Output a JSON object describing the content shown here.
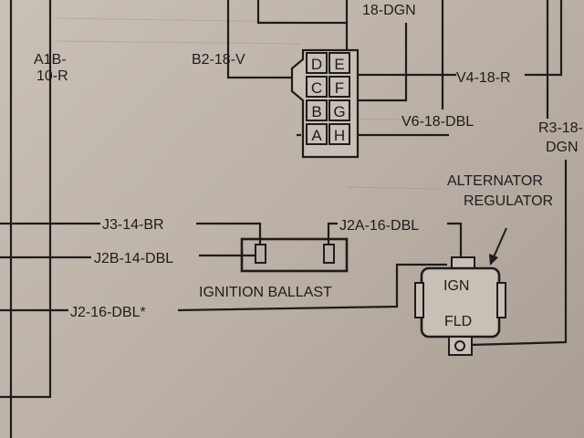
{
  "wire_labels": {
    "a1b_top": "A1B-",
    "a1b_bottom": "10-R",
    "dgn_top": "18-DGN",
    "b2": "B2-18-V",
    "v4": "V4-18-R",
    "v6": "V6-18-DBL",
    "r3_top": "R3-18-",
    "r3_bottom": "DGN",
    "j3": "J3-14-BR",
    "j2a": "J2A-16-DBL",
    "j2b": "J2B-14-DBL",
    "j2": "J2-16-DBL*"
  },
  "connector_pins": [
    "D",
    "E",
    "C",
    "F",
    "B",
    "G",
    "A",
    "H"
  ],
  "ballast_label": "IGNITION BALLAST",
  "regulator_label": {
    "line1": "ALTERNATOR",
    "line2": "REGULATOR"
  },
  "regulator_terminals": {
    "ign": "IGN",
    "fld": "FLD"
  },
  "colors": {
    "paper": "#c4bab0",
    "ink": "#1e1c1c"
  }
}
